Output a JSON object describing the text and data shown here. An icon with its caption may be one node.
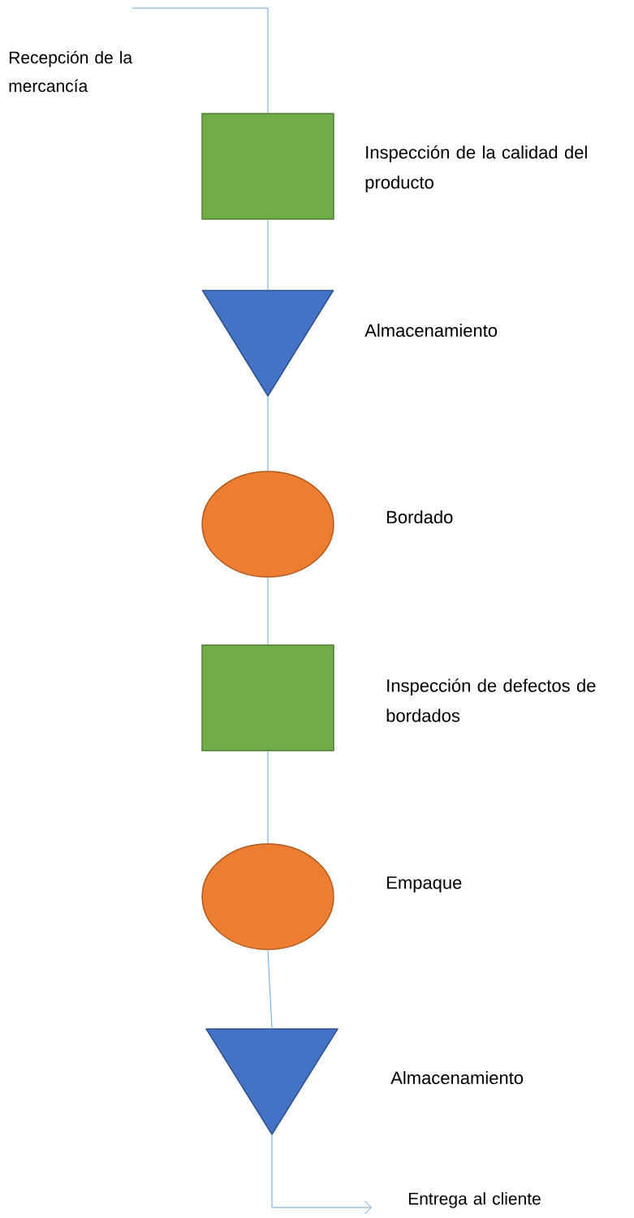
{
  "diagram": {
    "nodes": [
      {
        "text": [],
        "shape": "box",
        "beside": [
          "Inspección de la calidad del producto"
        ]
      },
      {
        "text": [],
        "shape": "triangle",
        "beside": [
          "Almacenamiento"
        ]
      },
      {
        "text": [],
        "shape": "ellipse",
        "beside": [
          "Bordado"
        ]
      },
      {
        "text": [],
        "shape": "box",
        "beside": [
          "Inspección de defectos de bordados"
        ]
      },
      {
        "text": [],
        "shape": "ellipse",
        "beside": [
          "Empaque"
        ]
      },
      {
        "text": [],
        "shape": "triangle",
        "beside": [
          "Almacenamiento"
        ]
      }
    ],
    "edges": [
      {
        "from": null,
        "to": 0,
        "arrow": "none"
      },
      {
        "from": 0,
        "to": 1,
        "arrow": "none"
      },
      {
        "from": 1,
        "to": 2,
        "arrow": "none"
      },
      {
        "from": 2,
        "to": 3,
        "arrow": "none"
      },
      {
        "from": 3,
        "to": 4,
        "arrow": "none"
      },
      {
        "from": 4,
        "to": 5,
        "arrow": "none"
      },
      {
        "from": 5,
        "to": null,
        "arrow": "to"
      }
    ],
    "labels": [
      "Recepción de la mercancía",
      "Entrega al cliente"
    ]
  }
}
